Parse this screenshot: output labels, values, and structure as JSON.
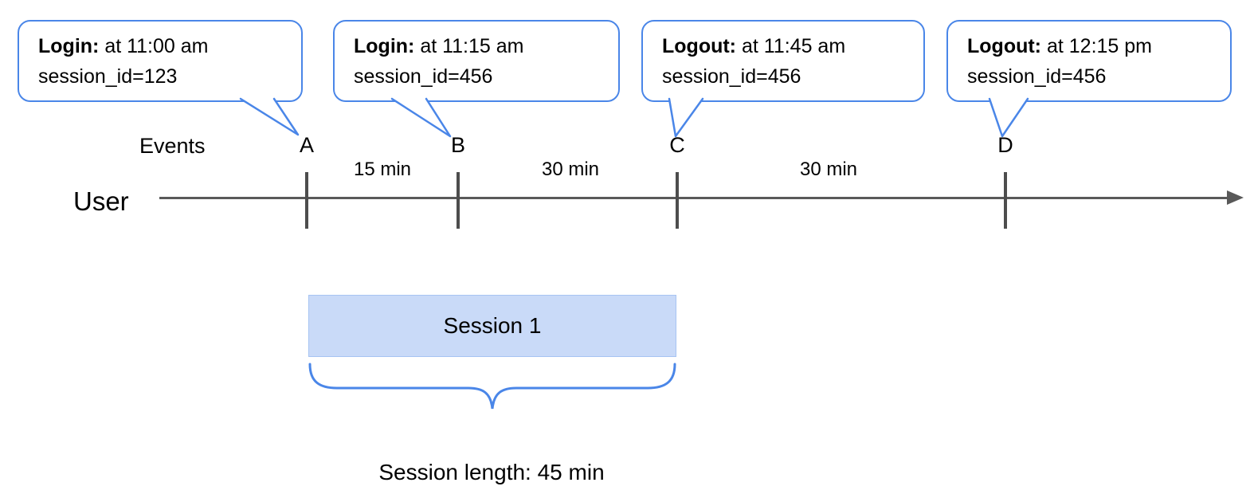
{
  "diagram": {
    "callouts": [
      {
        "event": "Login:",
        "time": "at 11:00 am",
        "session": "session_id=123"
      },
      {
        "event": "Login:",
        "time": "at 11:15 am",
        "session": "session_id=456"
      },
      {
        "event": "Logout:",
        "time": "at 11:45 am",
        "session": "session_id=456"
      },
      {
        "event": "Logout:",
        "time": "at 12:15 pm",
        "session": "session_id=456"
      }
    ],
    "events_label": "Events",
    "user_label": "User",
    "event_markers": [
      "A",
      "B",
      "C",
      "D"
    ],
    "intervals": [
      "15 min",
      "30 min",
      "30 min"
    ],
    "session_box_label": "Session 1",
    "session_length_label": "Session length: 45 min",
    "colors": {
      "accent_blue": "#4a86e8",
      "session_fill": "#c9daf8",
      "axis_gray": "#595959"
    }
  }
}
